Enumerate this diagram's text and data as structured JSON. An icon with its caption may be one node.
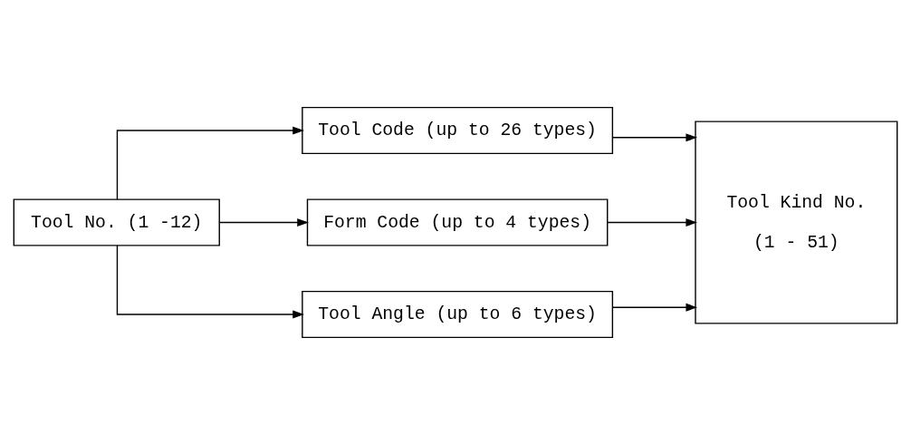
{
  "diagram": {
    "nodes": [
      {
        "text": [
          "Tool No. (1 -12)"
        ]
      },
      {
        "text": [
          "Tool Code (up to 26 types)"
        ]
      },
      {
        "text": [
          "Form Code (up to 4 types)"
        ]
      },
      {
        "text": [
          "Tool Angle (up to 6 types)"
        ]
      },
      {
        "text": [
          "Tool Kind No.",
          "(1 - 51)"
        ]
      }
    ],
    "edges": [
      {
        "from": 0,
        "to": 1,
        "arrow": "to"
      },
      {
        "from": 0,
        "to": 2,
        "arrow": "to"
      },
      {
        "from": 0,
        "to": 3,
        "arrow": "to"
      },
      {
        "from": 1,
        "to": 4,
        "arrow": "to"
      },
      {
        "from": 2,
        "to": 4,
        "arrow": "to"
      },
      {
        "from": 3,
        "to": 4,
        "arrow": "to"
      }
    ]
  }
}
